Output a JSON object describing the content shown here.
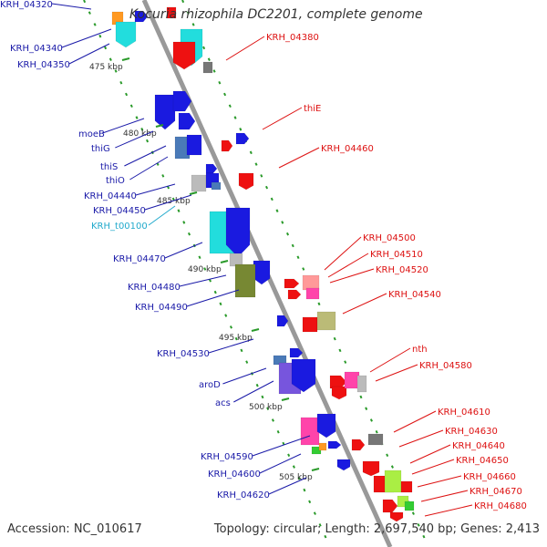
{
  "title": "Kocuria rhizophila DC2201, complete genome",
  "footer": {
    "accession": "Accession: NC_010617",
    "topology": "Topology: circular; Length: 2,697,540 bp; Genes: 2,413"
  },
  "colors": {
    "left_label": "#1a1aa8",
    "right_label": "#dd1111",
    "trna_label": "#22aacc",
    "backbone": "#999999",
    "dots": "#2a9a2a"
  },
  "kbp_ticks": [
    "475 kbp",
    "480 kbp",
    "485 kbp",
    "490 kbp",
    "495 kbp",
    "500 kbp",
    "505 kbp"
  ],
  "left_labels": [
    {
      "text": "KRH_04320",
      "kind": "gene"
    },
    {
      "text": "KRH_04340",
      "kind": "gene"
    },
    {
      "text": "KRH_04350",
      "kind": "gene"
    },
    {
      "text": "moeB",
      "kind": "gene"
    },
    {
      "text": "thiG",
      "kind": "gene"
    },
    {
      "text": "thiS",
      "kind": "gene"
    },
    {
      "text": "thiO",
      "kind": "gene"
    },
    {
      "text": "KRH_04440",
      "kind": "gene"
    },
    {
      "text": "KRH_04450",
      "kind": "gene"
    },
    {
      "text": "KRH_t00100",
      "kind": "trna"
    },
    {
      "text": "KRH_04470",
      "kind": "gene"
    },
    {
      "text": "KRH_04480",
      "kind": "gene"
    },
    {
      "text": "KRH_04490",
      "kind": "gene"
    },
    {
      "text": "KRH_04530",
      "kind": "gene"
    },
    {
      "text": "aroD",
      "kind": "gene"
    },
    {
      "text": "acs",
      "kind": "gene"
    },
    {
      "text": "KRH_04590",
      "kind": "gene"
    },
    {
      "text": "KRH_04600",
      "kind": "gene"
    },
    {
      "text": "KRH_04620",
      "kind": "gene"
    }
  ],
  "right_labels": [
    "KRH_04380",
    "thiE",
    "KRH_04460",
    "KRH_04500",
    "KRH_04510",
    "KRH_04520",
    "KRH_04540",
    "nth",
    "KRH_04580",
    "KRH_04610",
    "KRH_04630",
    "KRH_04640",
    "KRH_04650",
    "KRH_04660",
    "KRH_04670",
    "KRH_04680"
  ],
  "gene_colors": {
    "blue": "#1a1ae0",
    "cyan": "#22dddd",
    "red": "#ee1111",
    "orange": "#ff9922",
    "steel": "#4a7ab8",
    "grey": "#bbbbbb",
    "darkgrey": "#777777",
    "olive": "#778833",
    "khaki": "#bbbb77",
    "pink": "#ff44aa",
    "salmon": "#ff9999",
    "violet": "#7755dd",
    "lime": "#aaee44",
    "green": "#33cc33"
  }
}
